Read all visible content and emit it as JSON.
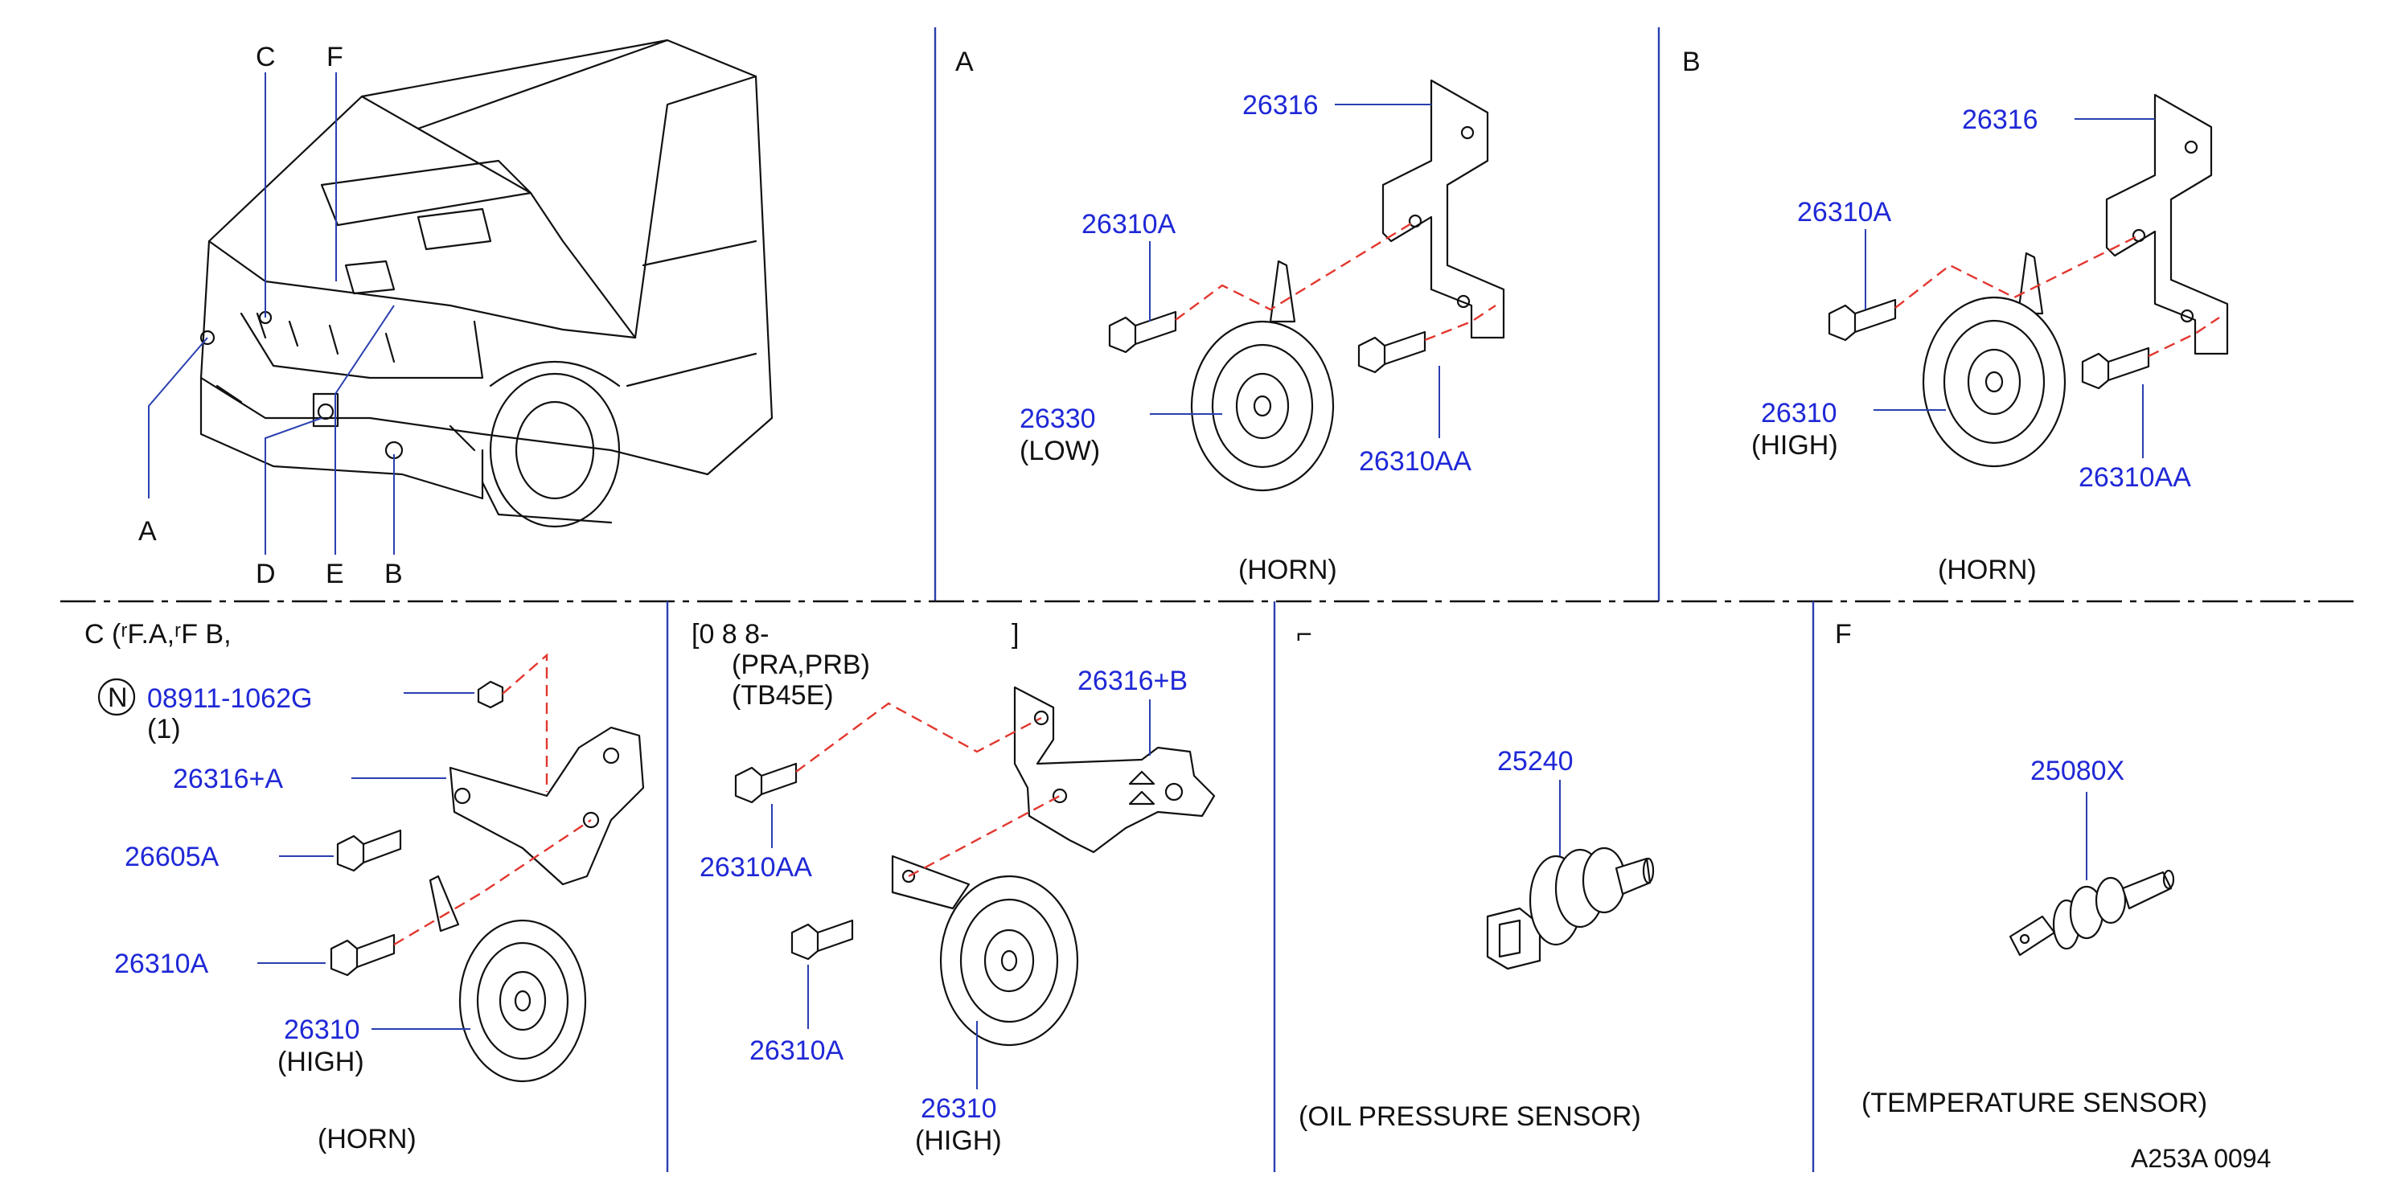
{
  "panels": {
    "overview": {
      "callouts": [
        "C",
        "F",
        "A",
        "D",
        "E",
        "B"
      ]
    },
    "a": {
      "letter": "A",
      "parts": {
        "bracket": "26316",
        "bolt1": "26310A",
        "horn": "26330",
        "horn_note": "(LOW)",
        "bolt2": "26310AA"
      },
      "caption": "(HORN)"
    },
    "b": {
      "letter": "B",
      "parts": {
        "bracket": "26316",
        "bolt1": "26310A",
        "horn": "26310",
        "horn_note": "(HIGH)",
        "bolt2": "26310AA"
      },
      "caption": "(HORN)"
    },
    "c": {
      "header": "C  (ʳF.A,ʳF B,",
      "n_symbol": "N",
      "nut": "08911-1062G",
      "nut_qty": "(1)",
      "bracket": "26316+A",
      "bolt1": "26605A",
      "bolt2": "26310A",
      "horn": "26310",
      "horn_note": "(HIGH)",
      "caption": "(HORN)"
    },
    "d": {
      "header": "[0 8 8-",
      "bracket_close": "]",
      "line2": "(PRA,PRB)",
      "line3": "(TB45E)",
      "bracket": "26316+B",
      "bolt1": "26310AA",
      "bolt2": "26310A",
      "horn": "26310",
      "horn_note": "(HIGH)"
    },
    "e": {
      "part": "25240",
      "caption": "(OIL   PRESSURE   SENSOR)"
    },
    "f": {
      "letter": "F",
      "part": "25080X",
      "caption": "(TEMPERATURE   SENSOR)"
    }
  },
  "footer_code": "A253A  0094",
  "colors": {
    "part_number": "#1f28d6",
    "leader": "#2a3fb0",
    "dashed_guide": "#e3372f",
    "ink": "#111111"
  }
}
